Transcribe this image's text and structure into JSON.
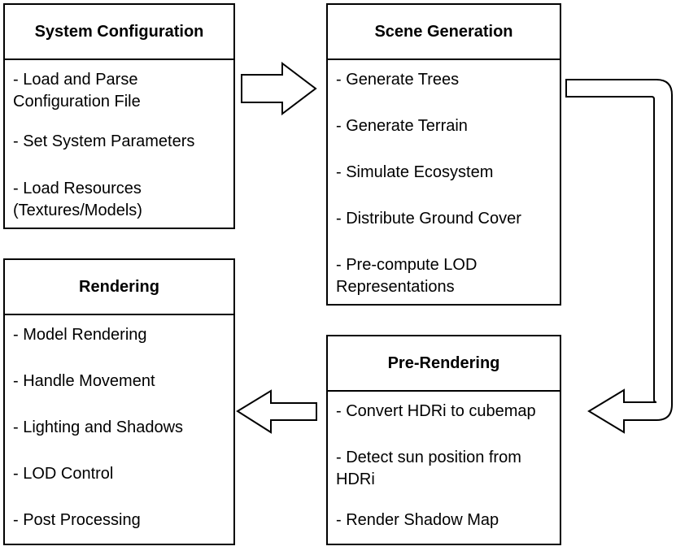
{
  "boxes": {
    "system_configuration": {
      "title": "System Configuration",
      "items": [
        "- Load and Parse\nConfiguration File",
        "- Set System Parameters",
        "- Load Resources\n(Textures/Models)"
      ]
    },
    "scene_generation": {
      "title": "Scene Generation",
      "items": [
        "- Generate Trees",
        "- Generate Terrain",
        "- Simulate Ecosystem",
        "- Distribute Ground Cover",
        "- Pre-compute LOD\nRepresentations"
      ]
    },
    "rendering": {
      "title": "Rendering",
      "items": [
        "- Model Rendering",
        "- Handle Movement",
        "- Lighting and Shadows",
        "- LOD Control",
        "- Post Processing"
      ]
    },
    "pre_rendering": {
      "title": "Pre-Rendering",
      "items": [
        "- Convert HDRi to cubemap",
        "- Detect sun position from\nHDRi",
        "- Render Shadow Map"
      ]
    }
  },
  "colors": {
    "stroke": "#000000",
    "fill": "#ffffff"
  }
}
